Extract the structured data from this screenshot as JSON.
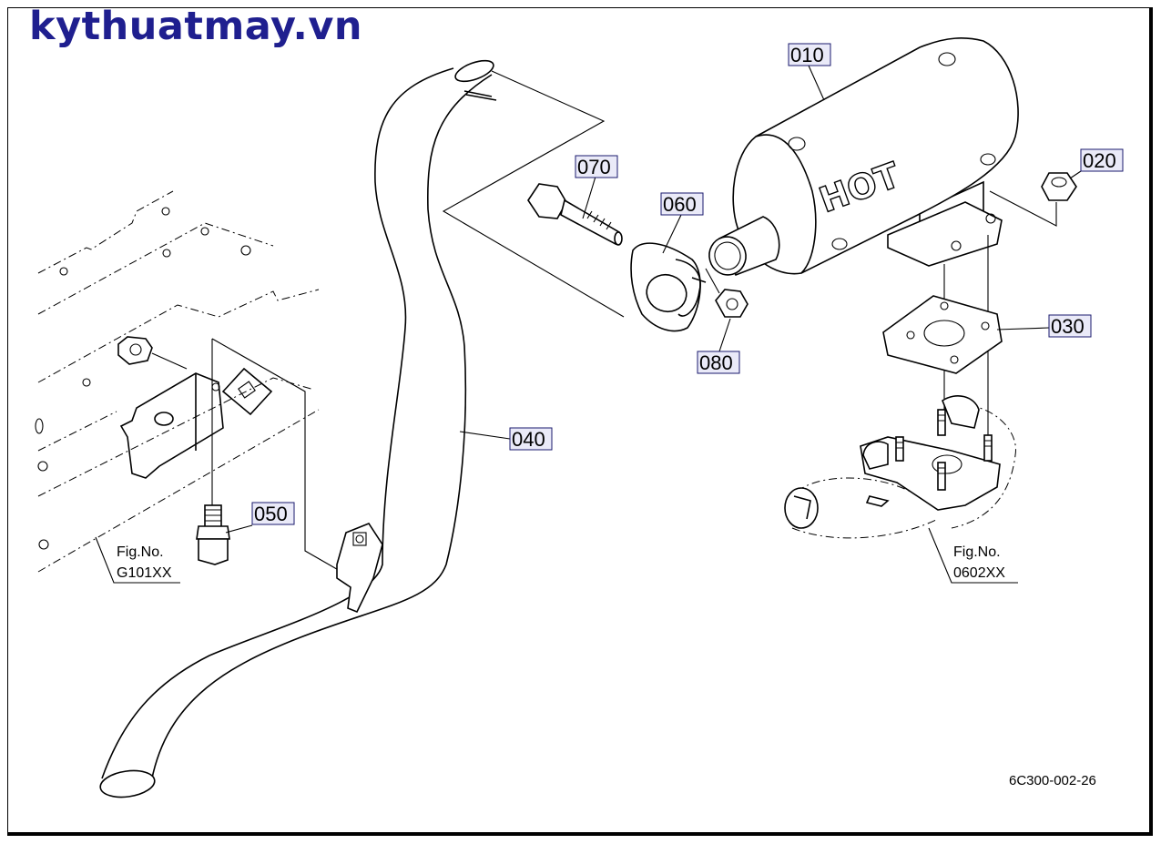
{
  "watermark": "kythuatmay.vn",
  "parts": [
    {
      "id": "010"
    },
    {
      "id": "020"
    },
    {
      "id": "030"
    },
    {
      "id": "040"
    },
    {
      "id": "050"
    },
    {
      "id": "060"
    },
    {
      "id": "070"
    },
    {
      "id": "080"
    }
  ],
  "figure_refs": [
    {
      "line1": "Fig.No.",
      "line2": "G101XX"
    },
    {
      "line1": "Fig.No.",
      "line2": "0602XX"
    }
  ],
  "muffler_label": "HOT",
  "drawing_code": "6C300-002-26",
  "colors": {
    "watermark": "#1f1f8f",
    "tag_fill": "#eaeaf8",
    "tag_border": "#1a1a6e"
  }
}
